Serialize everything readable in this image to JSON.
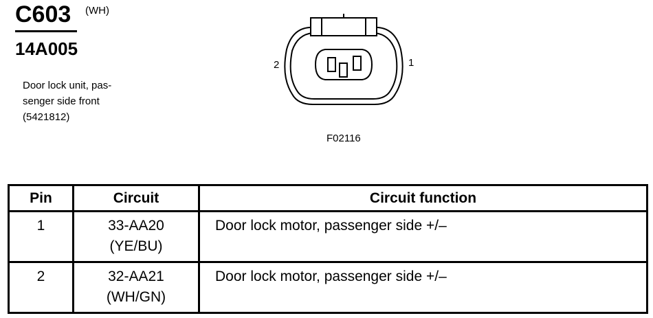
{
  "header": {
    "connector_id": "C603",
    "color_code": "(WH)",
    "part_number": "14A005",
    "description_lines": [
      "Door lock unit, pas-",
      "senger side front",
      "(5421812)"
    ]
  },
  "diagram": {
    "pin_label_left": "2",
    "pin_label_right": "1",
    "figure_code": "F02116"
  },
  "table": {
    "headers": [
      "Pin",
      "Circuit",
      "Circuit function"
    ],
    "rows": [
      {
        "pin": "1",
        "circuit": "33-AA20",
        "wire_color": "(YE/BU)",
        "function": "Door lock motor, passenger side +/–"
      },
      {
        "pin": "2",
        "circuit": "32-AA21",
        "wire_color": "(WH/GN)",
        "function": "Door lock motor, passenger side +/–"
      }
    ]
  }
}
